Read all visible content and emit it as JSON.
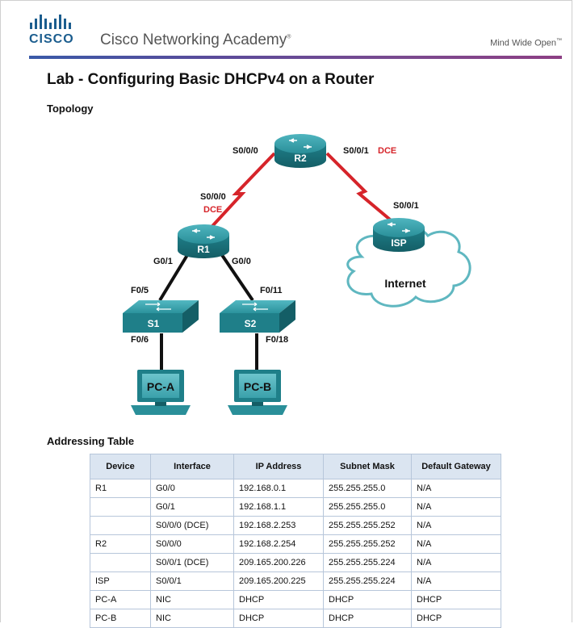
{
  "header": {
    "logo_text": "CISCO",
    "academy": "Cisco Networking Academy",
    "tagline": "Mind Wide Open",
    "trademark": "®",
    "trademark2": "™"
  },
  "title": "Lab - Configuring Basic DHCPv4 on a Router",
  "topology": {
    "heading": "Topology",
    "devices": {
      "r1": "R1",
      "r2": "R2",
      "isp": "ISP",
      "s1": "S1",
      "s2": "S2",
      "pca": "PC-A",
      "pcb": "PC-B",
      "cloud": "Internet"
    },
    "interfaces": {
      "r2_left": "S0/0/0",
      "r2_right": "S0/0/1",
      "r2_right_dce": "DCE",
      "r1_serial": "S0/0/0",
      "r1_dce": "DCE",
      "isp_serial": "S0/0/1",
      "r1_g01": "G0/1",
      "r1_g00": "G0/0",
      "s1_up": "F0/5",
      "s1_down": "F0/6",
      "s2_up": "F0/11",
      "s2_down": "F0/18"
    },
    "colors": {
      "serial_link": "#d6242a",
      "device": "#1e8a95",
      "ethernet_link": "#111111"
    }
  },
  "addressing": {
    "heading": "Addressing Table",
    "columns": [
      "Device",
      "Interface",
      "IP Address",
      "Subnet Mask",
      "Default Gateway"
    ],
    "rows": [
      [
        "R1",
        "G0/0",
        "192.168.0.1",
        "255.255.255.0",
        "N/A"
      ],
      [
        "",
        "G0/1",
        "192.168.1.1",
        "255.255.255.0",
        "N/A"
      ],
      [
        "",
        "S0/0/0 (DCE)",
        "192.168.2.253",
        "255.255.255.252",
        "N/A"
      ],
      [
        "R2",
        "S0/0/0",
        "192.168.2.254",
        "255.255.255.252",
        "N/A"
      ],
      [
        "",
        "S0/0/1 (DCE)",
        "209.165.200.226",
        "255.255.255.224",
        "N/A"
      ],
      [
        "ISP",
        "S0/0/1",
        "209.165.200.225",
        "255.255.255.224",
        "N/A"
      ],
      [
        "PC-A",
        "NIC",
        "DHCP",
        "DHCP",
        "DHCP"
      ],
      [
        "PC-B",
        "NIC",
        "DHCP",
        "DHCP",
        "DHCP"
      ]
    ]
  }
}
